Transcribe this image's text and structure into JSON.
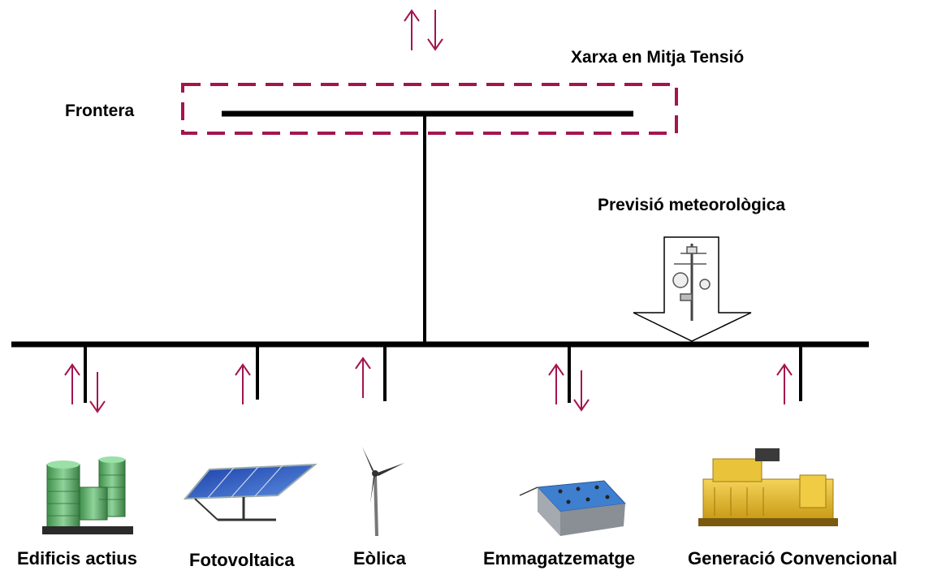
{
  "labels": {
    "grid": "Xarxa en Mitja Tensió",
    "boundary": "Frontera",
    "forecast": "Previsió meteorològica"
  },
  "devices": [
    {
      "name": "Edificis actius",
      "flow": "bidirectional",
      "icon": "buildings-icon"
    },
    {
      "name": "Fotovoltaica",
      "flow": "up",
      "icon": "solar-panel-icon"
    },
    {
      "name": "Eòlica",
      "flow": "up",
      "icon": "wind-turbine-icon"
    },
    {
      "name": "Emmagatzematge",
      "flow": "bidirectional",
      "icon": "battery-storage-icon"
    },
    {
      "name": "Generació Convencional",
      "flow": "up",
      "icon": "generator-icon"
    }
  ],
  "colors": {
    "arrow": "#a3154f",
    "frontier": "#a3154f",
    "bus": "#000000"
  }
}
